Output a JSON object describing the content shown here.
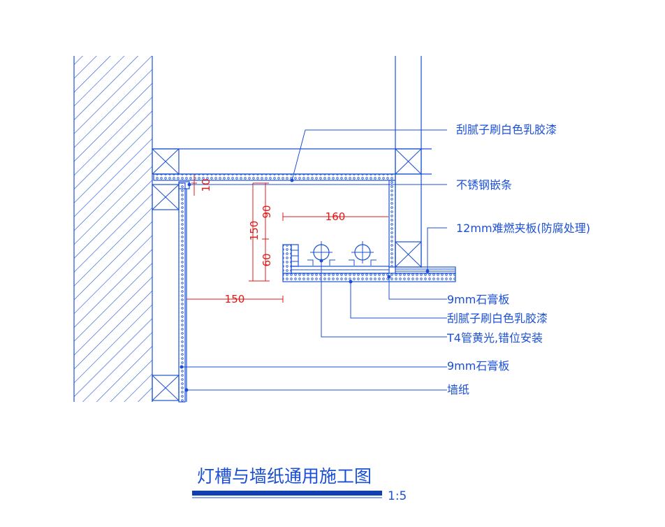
{
  "title": "灯槽与墙纸通用施工图",
  "scale": "1:5",
  "labels": {
    "l1": "刮腻子刷白色乳胶漆",
    "l2": "不锈钢嵌条",
    "l3": "12mm难燃夹板(防腐处理)",
    "l4": "9mm石膏板",
    "l5": "刮腻子刷白色乳胶漆",
    "l6": "T4管黄光,错位安装",
    "l7": "9mm石膏板",
    "l8": "墙纸"
  },
  "dims": {
    "d10": "10",
    "d90": "90",
    "d60": "60",
    "d150v": "150",
    "d160": "160",
    "d150h": "150"
  },
  "colors": {
    "line": "#1a4fd6",
    "dimension": "#e01818"
  }
}
